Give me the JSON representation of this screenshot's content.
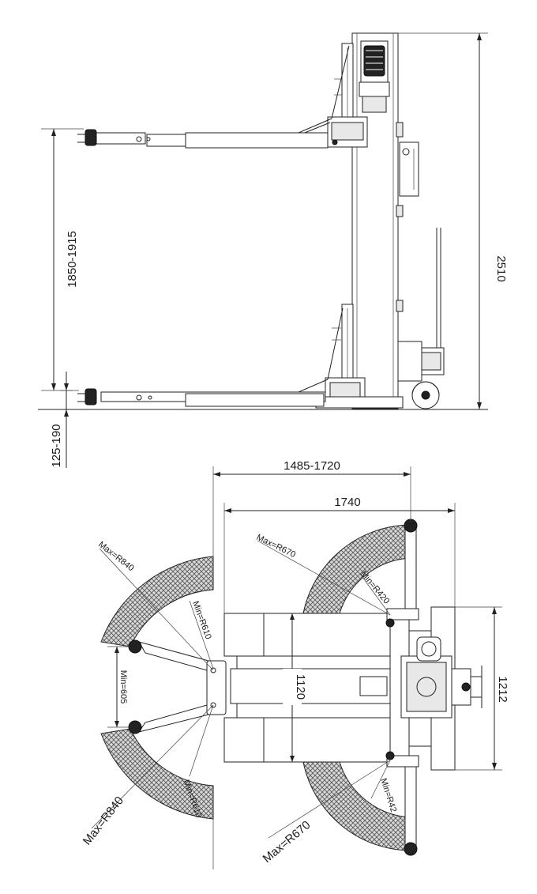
{
  "side_view": {
    "total_height": "2510",
    "lift_height": "1850-1915",
    "pad_height": "125-190"
  },
  "top_view": {
    "width_range": "1485-1720",
    "overall_width": "1740",
    "column_depth": "1212",
    "inner_width": "1120",
    "min_inner_distance": "Min=605",
    "rear_left_max_radius": "Max=R840",
    "rear_left_min_radius": "Min=R610",
    "rear_left_bottom_max_radius": "Max=R840",
    "rear_left_bottom_min_radius": "Min=R610",
    "front_top_max_radius": "Max=R670",
    "front_top_min_radius": "Min=R420",
    "front_bottom_max_radius": "Max=R670",
    "front_bottom_min_radius": "Min=R42"
  }
}
